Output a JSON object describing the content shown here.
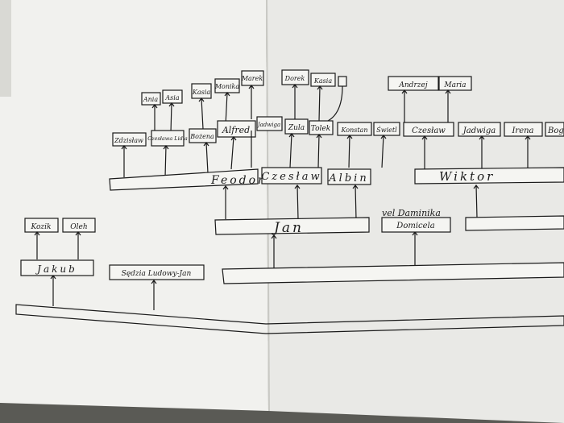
{
  "colors": {
    "ink": "#1a1a1a",
    "paper_left": "#f1f1ee",
    "paper_right": "#e9e9e6",
    "background": "#5a5a55"
  },
  "tree": {
    "level1": {
      "kozik": "Kozik",
      "oleh": "Oleh",
      "anna": "Ania",
      "asia": "Asia",
      "kasia": "Kasia",
      "monika": "Monika",
      "marek": "Marek",
      "dorek": "Dorek",
      "kasia2": "Kasia",
      "andrzej": "Andrzej",
      "maria": "Maria"
    },
    "level2": {
      "zdzislaw": "Zdzisław",
      "czeslawa": "Czesława Lidia",
      "bozena": "Bożena",
      "alfred": "Alfred",
      "jadwiga": "Jadwiga",
      "zula": "Zula",
      "tolek": "Tolek",
      "konstan": "Konstan",
      "swietl": "Świetl",
      "czeslaw2": "Czesław",
      "jadwiga2": "Jadwiga",
      "irena": "Irena",
      "boga": "Boga"
    },
    "level3": {
      "feodor": "Feodor",
      "czeslaw": "Czesław",
      "albin": "Albin",
      "wiktor": "Wiktor"
    },
    "level4": {
      "jakub": "Jakub",
      "sedzia": "Sędzia Ludowy-Jan",
      "jan": "Jan",
      "vel_dominika": "vel Daminika",
      "domicela": "Domicela"
    }
  }
}
